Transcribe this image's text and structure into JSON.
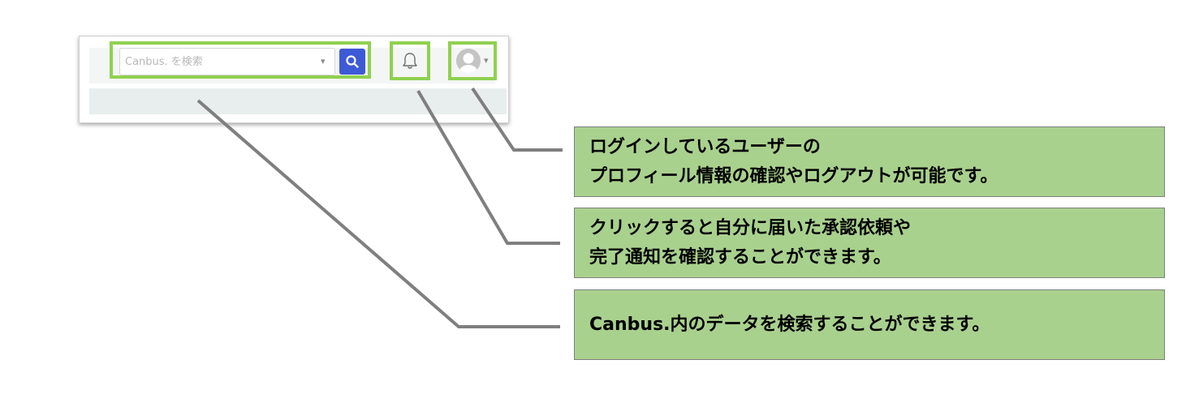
{
  "search": {
    "placeholder": "Canbus. を検索",
    "dropdown_arrow": "▾",
    "button_icon": "search-icon"
  },
  "notifications": {
    "icon": "bell-icon"
  },
  "profile": {
    "avatar_icon": "user-avatar-icon",
    "caret": "▾"
  },
  "callouts": {
    "profile": {
      "line1": "ログインしているユーザーの",
      "line2": "プロフィール情報の確認やログアウトが可能です。"
    },
    "notifications": {
      "line1": "クリックすると自分に届いた承認依頼や",
      "line2": "完了通知を確認することができます。"
    },
    "search": {
      "line1": "Canbus.内のデータを検索することができます。"
    }
  },
  "colors": {
    "highlight": "#8fd14f",
    "callout_bg": "#a9d18e",
    "search_button": "#3d5ad6",
    "connector": "#7f7f7f"
  }
}
